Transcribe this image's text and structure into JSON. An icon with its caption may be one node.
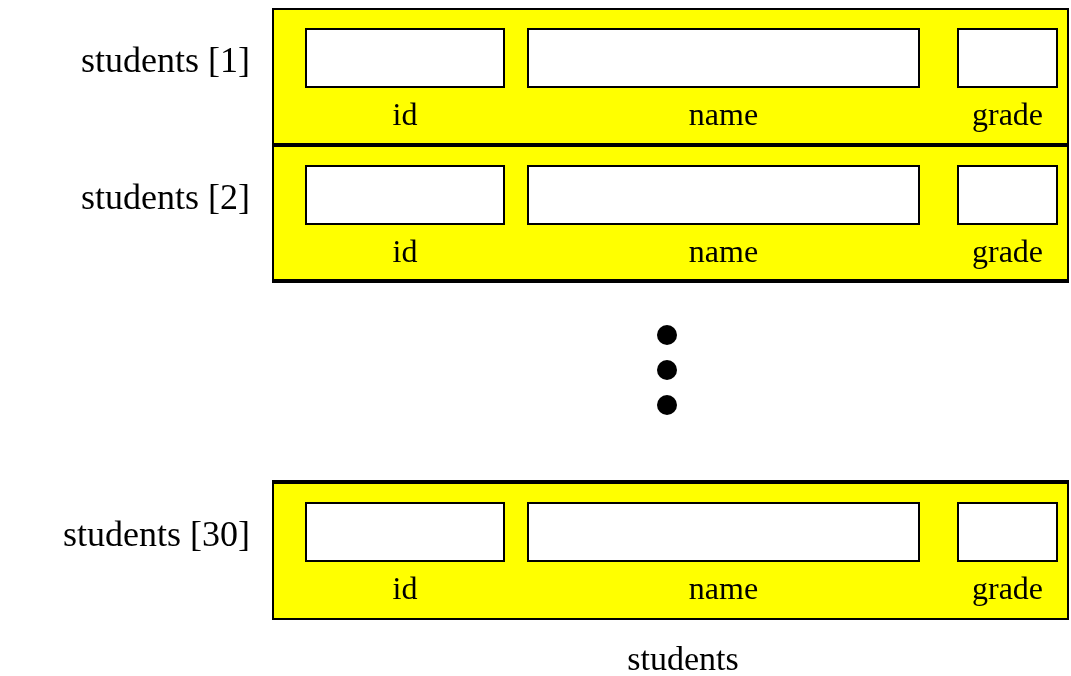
{
  "diagram": {
    "nodes": [
      {
        "text": [
          "students"
        ]
      },
      {
        "text": [
          "students [1]"
        ],
        "in": 0
      },
      {
        "text": [
          "id"
        ],
        "in": 1
      },
      {
        "text": [
          "name"
        ],
        "in": 1
      },
      {
        "text": [
          "grade"
        ],
        "in": 1
      },
      {
        "text": [
          "students [2]"
        ],
        "in": 0
      },
      {
        "text": [
          "id"
        ],
        "in": 5
      },
      {
        "text": [
          "name"
        ],
        "in": 5
      },
      {
        "text": [
          "grade"
        ],
        "in": 5
      },
      {
        "text": [],
        "shape": "box",
        "in": 0
      },
      {
        "text": [
          "students [30]"
        ],
        "in": 0
      },
      {
        "text": [
          "id"
        ],
        "in": 10
      },
      {
        "text": [
          "name"
        ],
        "in": 10
      },
      {
        "text": [
          "grade"
        ],
        "in": 10
      }
    ]
  }
}
